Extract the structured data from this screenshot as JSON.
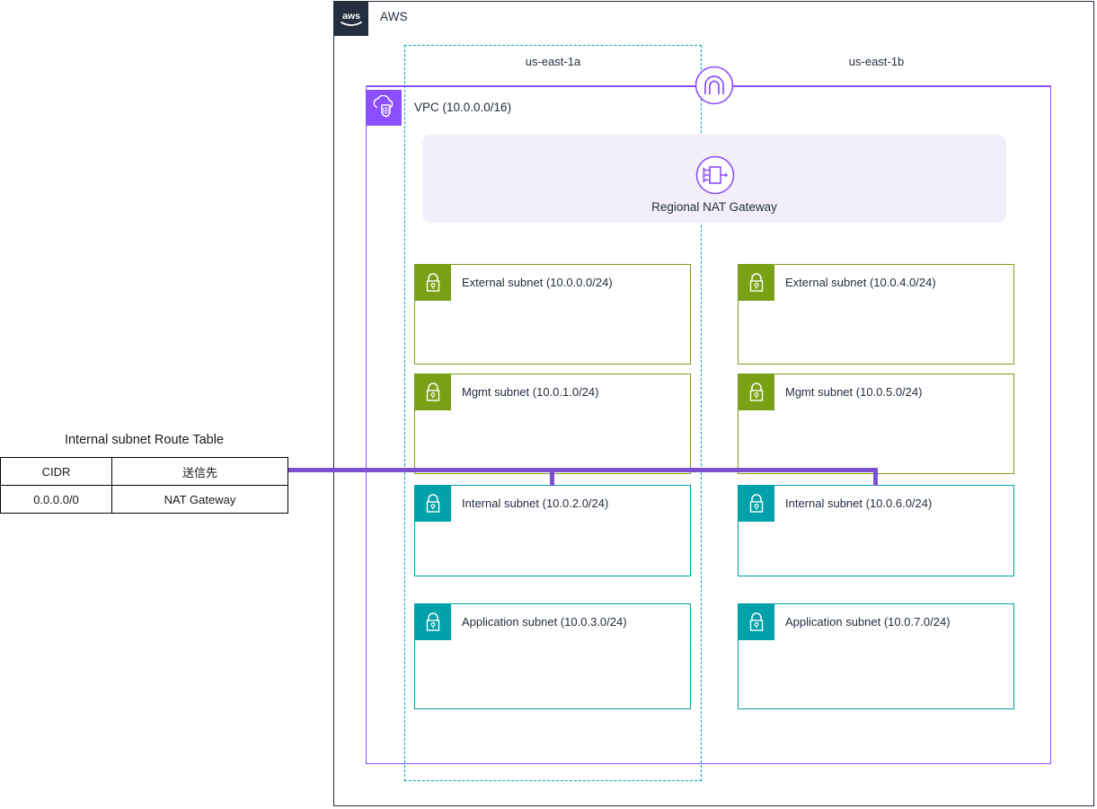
{
  "cloud": {
    "provider_label": "AWS",
    "logo_icon": "aws-logo-icon"
  },
  "availability_zones": [
    {
      "label": "us-east-1a"
    },
    {
      "label": "us-east-1b"
    }
  ],
  "vpc": {
    "label": "VPC (10.0.0.0/16)",
    "icon": "vpc-cloud-icon",
    "color": "#8c4fff"
  },
  "internet_gateway": {
    "icon": "internet-gateway-icon",
    "color": "#8c4fff"
  },
  "nat_gateway": {
    "label": "Regional NAT Gateway",
    "icon": "nat-gateway-icon",
    "band_color": "#f2effb",
    "color": "#8c4fff"
  },
  "subnets": {
    "az_a": [
      {
        "label": "External subnet (10.0.0.0/24)",
        "type": "public",
        "color": "#7aa116",
        "icon": "lock-icon"
      },
      {
        "label": "Mgmt subnet (10.0.1.0/24)",
        "type": "public",
        "color": "#7aa116",
        "icon": "lock-icon"
      },
      {
        "label": "Internal subnet (10.0.2.0/24)",
        "type": "private",
        "color": "#00a1a8",
        "icon": "lock-icon"
      },
      {
        "label": "Application subnet (10.0.3.0/24)",
        "type": "private",
        "color": "#00a1a8",
        "icon": "lock-icon"
      }
    ],
    "az_b": [
      {
        "label": "External subnet (10.0.4.0/24)",
        "type": "public",
        "color": "#7aa116",
        "icon": "lock-icon"
      },
      {
        "label": "Mgmt subnet (10.0.5.0/24)",
        "type": "public",
        "color": "#7aa116",
        "icon": "lock-icon"
      },
      {
        "label": "Internal subnet (10.0.6.0/24)",
        "type": "private",
        "color": "#00a1a8",
        "icon": "lock-icon"
      },
      {
        "label": "Application subnet (10.0.7.0/24)",
        "type": "private",
        "color": "#00a1a8",
        "icon": "lock-icon"
      }
    ]
  },
  "route_table": {
    "title": "Internal subnet Route Table",
    "headers": [
      "CIDR",
      "送信先"
    ],
    "rows": [
      [
        "0.0.0.0/0",
        "NAT Gateway"
      ]
    ],
    "connector_color": "#7d4fd1"
  }
}
